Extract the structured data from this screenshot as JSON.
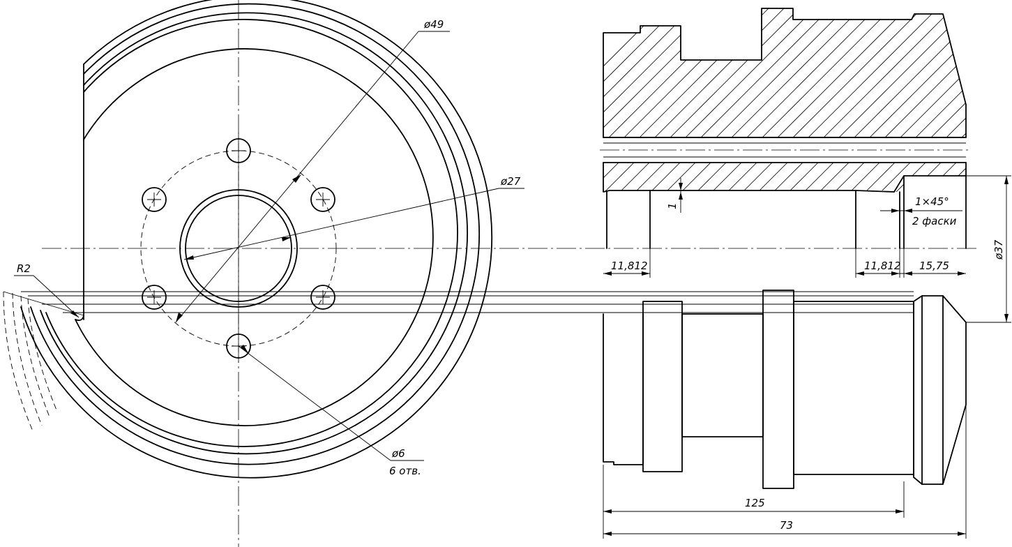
{
  "left_view": {
    "dims": {
      "d49": "ø49",
      "d27": "ø27",
      "r2": "R2",
      "d6": "ø6",
      "holes": "6 отв."
    }
  },
  "right_view": {
    "dims": {
      "chamfer_size": "1×45°",
      "chamfer_count": "2 фаски",
      "d37": "ø37",
      "step1": "1",
      "len_left": "11,812",
      "len_right": "11,812",
      "len_end": "15,75",
      "len_125": "125",
      "len_73": "73"
    }
  }
}
